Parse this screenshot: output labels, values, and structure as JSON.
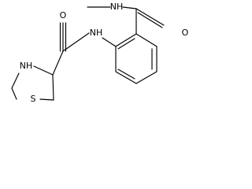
{
  "molecule": {
    "atoms": {
      "amide_o_left": "O",
      "amide_nh_left": "NH",
      "ring_nh": "NH",
      "ring_s": "S",
      "amide_o_right": "O",
      "amide_nh_right": "NH"
    }
  }
}
